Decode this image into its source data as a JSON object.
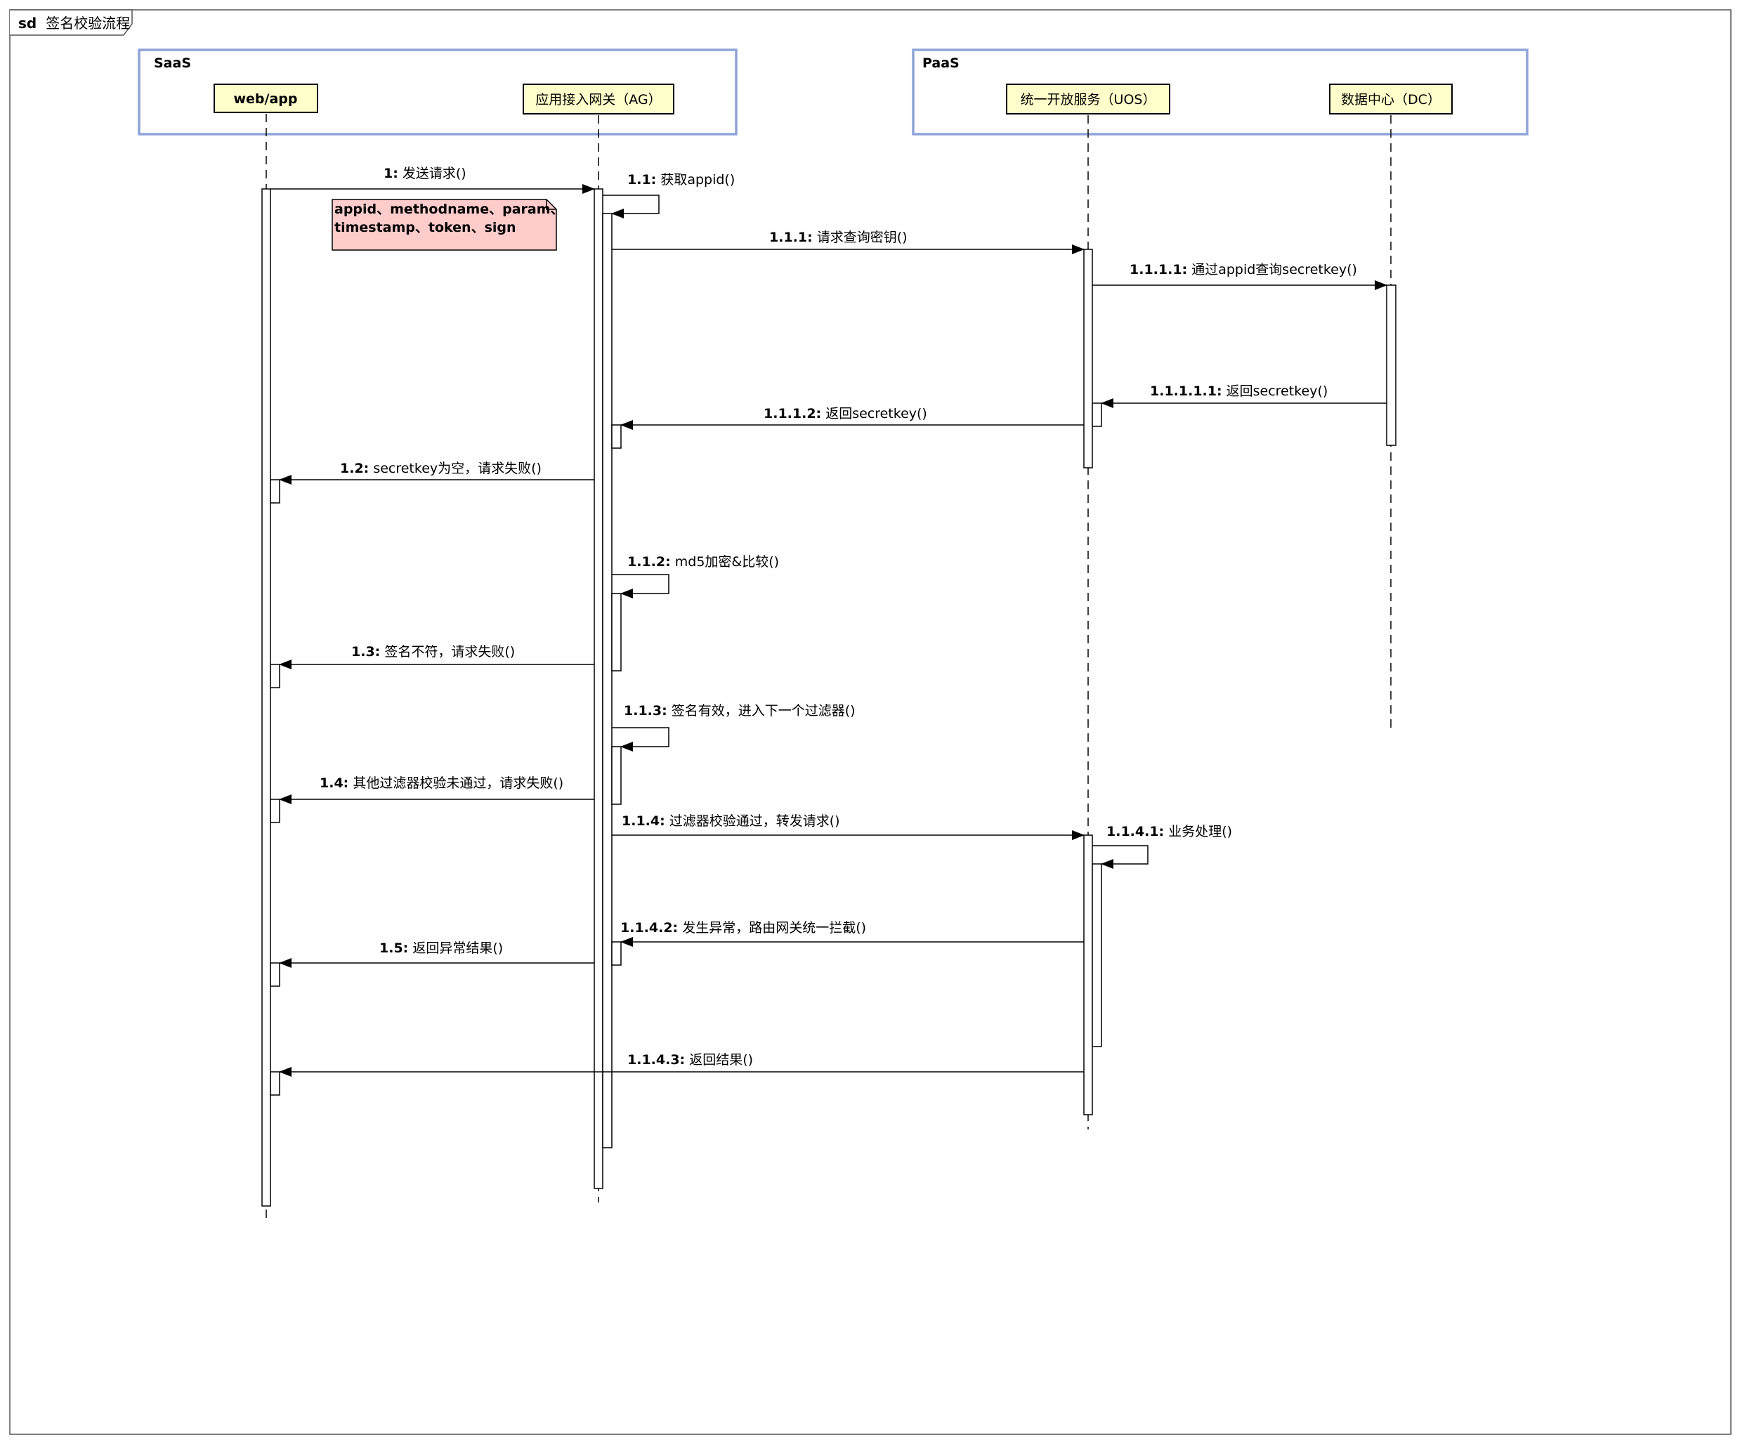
{
  "frame": {
    "title_prefix": "sd",
    "title": "签名校验流程"
  },
  "groups": [
    {
      "id": "saas",
      "label": "SaaS"
    },
    {
      "id": "paas",
      "label": "PaaS"
    }
  ],
  "lifelines": [
    {
      "id": "web",
      "label": "web/app",
      "bold": true
    },
    {
      "id": "ag",
      "label": "应用接入网关（AG）",
      "bold": false
    },
    {
      "id": "uos",
      "label": "统一开放服务（UOS）",
      "bold": false
    },
    {
      "id": "dc",
      "label": "数据中心（DC）",
      "bold": false
    }
  ],
  "note": {
    "lines": [
      "appid、methodname、param、",
      "timestamp、token、sign"
    ],
    "color": "#ffcccc"
  },
  "messages": [
    {
      "num": "1:",
      "text": "发送请求()"
    },
    {
      "num": "1.1:",
      "text": "获取appid()"
    },
    {
      "num": "1.1.1:",
      "text": "请求查询密钥()"
    },
    {
      "num": "1.1.1.1:",
      "text": "通过appid查询secretkey()"
    },
    {
      "num": "1.1.1.1.1:",
      "text": "返回secretkey()"
    },
    {
      "num": "1.1.1.2:",
      "text": "返回secretkey()"
    },
    {
      "num": "1.2:",
      "text": "secretkey为空，请求失败()"
    },
    {
      "num": "1.1.2:",
      "text": "md5加密&比较()"
    },
    {
      "num": "1.3:",
      "text": "签名不符，请求失败()"
    },
    {
      "num": "1.1.3:",
      "text": "签名有效，进入下一个过滤器()"
    },
    {
      "num": "1.4:",
      "text": "其他过滤器校验未通过，请求失败()"
    },
    {
      "num": "1.1.4:",
      "text": "过滤器校验通过，转发请求()"
    },
    {
      "num": "1.1.4.1:",
      "text": "业务处理()"
    },
    {
      "num": "1.1.4.2:",
      "text": "发生异常，路由网关统一拦截()"
    },
    {
      "num": "1.5:",
      "text": "返回异常结果()"
    },
    {
      "num": "1.1.4.3:",
      "text": "返回结果()"
    }
  ],
  "colors": {
    "group_border": "#8ea4d8",
    "actor_fill": "#ffffcc",
    "line": "#000000"
  }
}
